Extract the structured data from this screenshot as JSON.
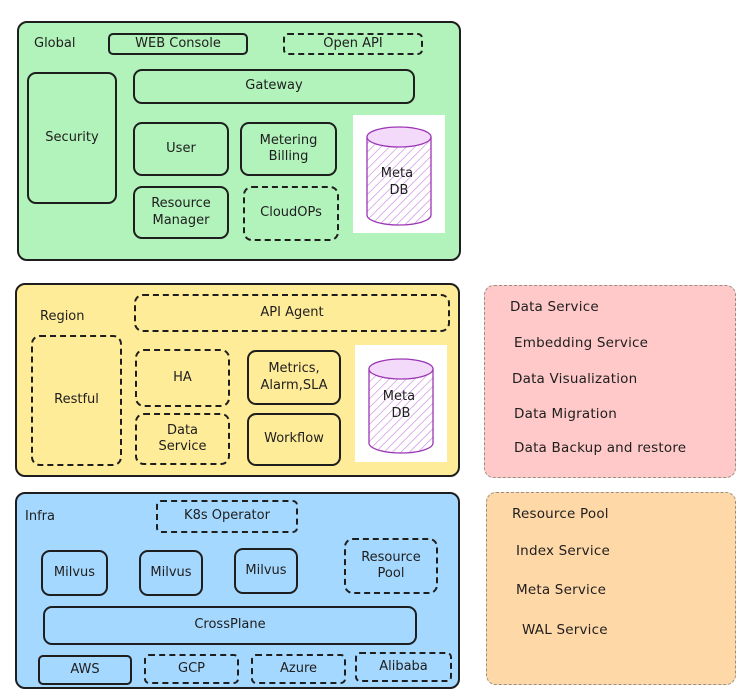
{
  "colors": {
    "global_fill": "#b2f2bb",
    "region_fill": "#ffec99",
    "infra_fill": "#a5d8ff",
    "data_panel_fill": "#ffc9c9",
    "resource_panel_fill": "#ffd8a8",
    "cylinder_fill": "#eebefa",
    "cylinder_stroke": "#9c36b5",
    "stroke": "#1e1e1e"
  },
  "global": {
    "label": "Global",
    "web_console": "WEB Console",
    "open_api": "Open API",
    "security": "Security",
    "gateway": "Gateway",
    "user": "User",
    "metering_billing": "Metering\nBilling",
    "resource_manager": "Resource\nManager",
    "cloudops": "CloudOPs",
    "meta_db": "Meta\nDB"
  },
  "region": {
    "label": "Region",
    "api_agent": "API Agent",
    "restful": "Restful",
    "ha": "HA",
    "metrics": "Metrics,\nAlarm,SLA",
    "data_service": "Data\nService",
    "workflow": "Workflow",
    "meta_db": "Meta\nDB"
  },
  "infra": {
    "label": "Infra",
    "k8s_operator": "K8s Operator",
    "milvus": [
      "Milvus",
      "Milvus",
      "Milvus"
    ],
    "resource_pool": "Resource\nPool",
    "crossplane": "CrossPlane",
    "clouds": [
      "AWS",
      "GCP",
      "Azure",
      "Alibaba"
    ]
  },
  "data_service_panel": {
    "items": [
      "Data Service",
      "Embedding Service",
      "Data Visualization",
      "Data Migration",
      "Data Backup and restore"
    ]
  },
  "resource_pool_panel": {
    "items": [
      "Resource Pool",
      "Index Service",
      "Meta Service",
      "WAL Service"
    ]
  }
}
